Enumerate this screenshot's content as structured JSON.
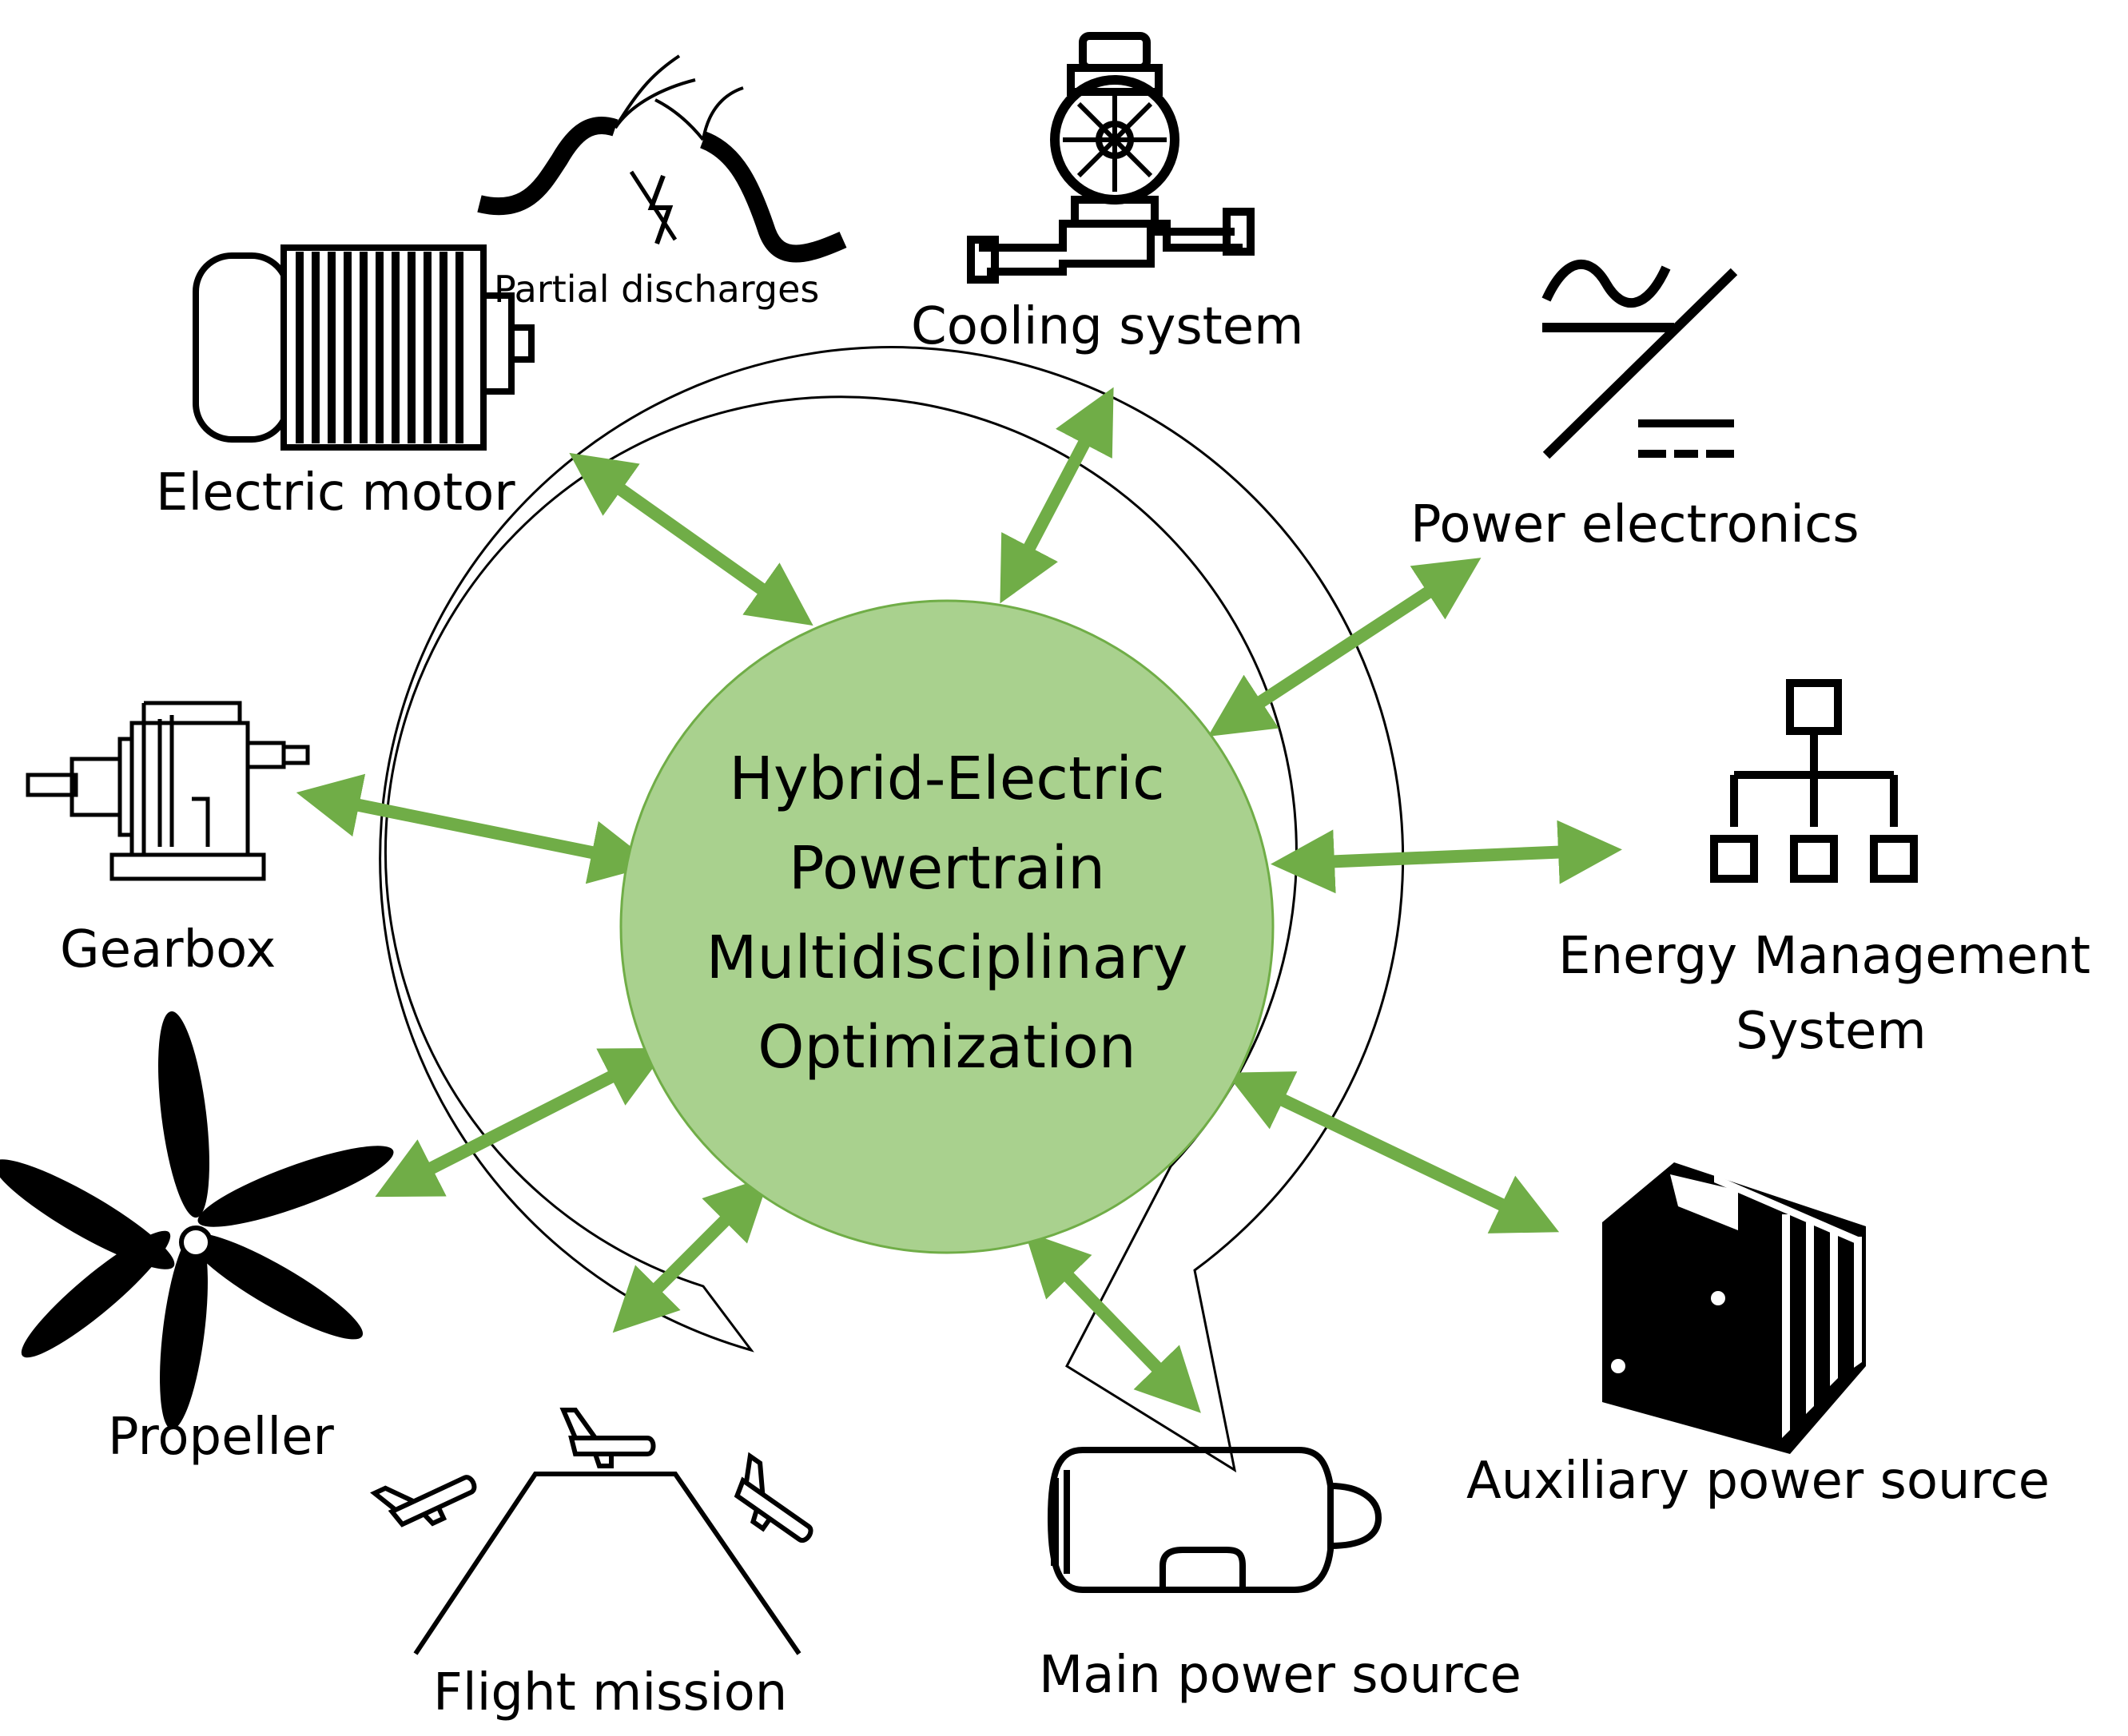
{
  "center": {
    "lines": [
      "Hybrid-Electric",
      "Powertrain",
      "Multidisciplinary",
      "Optimization"
    ],
    "fill": "#a9d18e",
    "stroke": "#70ad47"
  },
  "arrow_color": "#70ad47",
  "components": {
    "electric_motor": "Electric motor",
    "partial_discharges": "Partial discharges",
    "cooling_system": "Cooling system",
    "power_electronics": "Power electronics",
    "energy_management_line1": "Energy Management",
    "energy_management_line2": "System",
    "gearbox": "Gearbox",
    "propeller": "Propeller",
    "flight_mission": "Flight mission",
    "main_power_source": "Main power source",
    "auxiliary_power_source": "Auxiliary power source"
  },
  "icons": {
    "electric_motor": "electric-motor-icon",
    "partial_discharges": "partial-discharge-cable-icon",
    "cooling_system": "pump-icon",
    "power_electronics": "ac-dc-converter-icon",
    "energy_management": "hierarchy-icon",
    "gearbox": "gearbox-icon",
    "propeller": "propeller-icon",
    "flight_mission": "flight-profile-icon",
    "main_power_source": "engine-icon",
    "auxiliary_power_source": "battery-icon"
  }
}
